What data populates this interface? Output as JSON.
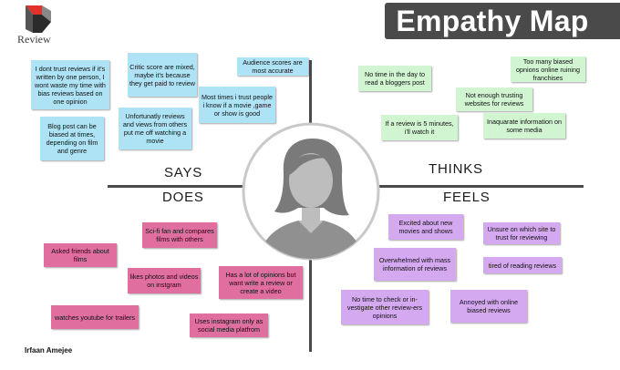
{
  "header": {
    "logo_text": "Review",
    "title": "Empathy Map"
  },
  "quadrants": {
    "says": "SAYS",
    "thinks": "THINKS",
    "does": "DOES",
    "feels": "FEELS"
  },
  "says_notes": [
    "I dont trust reviews if it's written by one person, I wont waste my time with bias reviews based on one opinion",
    "Critic score are mixed, maybe it's because they get paid to review",
    "Audience scores are most accurate",
    "Most times i trust people i know if a movie ,game or show is good",
    "Unfortunatly reviews and views from others put me off watching a movie",
    "Blog post can be biased at times, depending on film and genre"
  ],
  "thinks_notes": [
    "No time in the day to read a bloggers post",
    "Too many biased opnions online ruining franchises",
    "Not enough trusting websites for reviews",
    "If a review is 5 minutes, i'll watch it",
    "Inaquarate information on some media"
  ],
  "does_notes": [
    "Sci-fi fan and compares films with others",
    "Asked friends about films",
    "likes photos and videos on instgram",
    "Has a lot of opinions but want write a review or create a video",
    "watches youtube for trailers",
    "Uses instagram only as social media platfrom"
  ],
  "feels_notes": [
    "Excited about new movies and shows",
    "Unsure on which site to trust for reviewing",
    "Overwhelmed with mass information of reviews",
    "tired of reading reviews",
    "No time to check or in-vestigate other review-ers opinions",
    "Annoyed with online biased reviews"
  ],
  "author": "Irfaan Amejee",
  "colors": {
    "says": "#aee3f5",
    "thinks": "#d1f4d1",
    "does": "#e06fa0",
    "feels": "#d4a9f0",
    "title_bar": "#4a4a4a"
  }
}
